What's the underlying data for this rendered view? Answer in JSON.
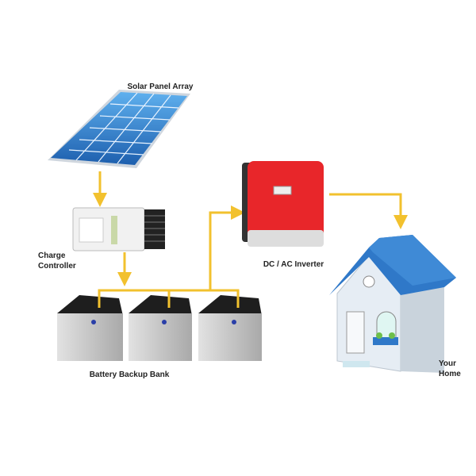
{
  "labels": {
    "solar_panel": "Solar Panel Array",
    "charge_controller_line1": "Charge",
    "charge_controller_line2": "Controller",
    "inverter": "DC / AC Inverter",
    "battery_bank": "Battery Backup Bank",
    "home_line1": "Your",
    "home_line2": "Home"
  },
  "colors": {
    "wire": "#f2c12e",
    "panel": "#2f78c8",
    "inverter": "#e8262a",
    "roof": "#2f78c8",
    "battery_top": "#222222",
    "battery_body": "#d6d6d6"
  }
}
